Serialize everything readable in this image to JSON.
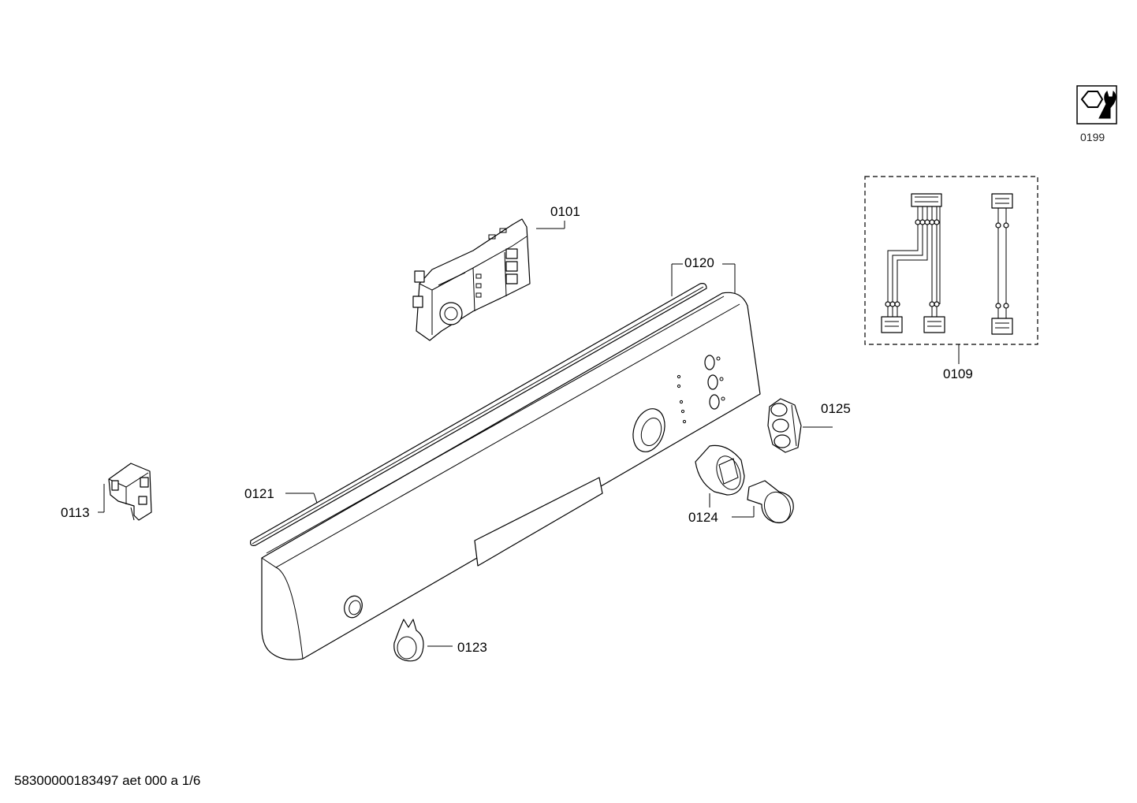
{
  "callouts": {
    "c0101": "0101",
    "c0120": "0120",
    "c0121": "0121",
    "c0113": "0113",
    "c0123": "0123",
    "c0124": "0124",
    "c0125": "0125",
    "c0109": "0109",
    "c0199": "0199"
  },
  "footer": {
    "document_id": "58300000183497 aet 000 a 1/6"
  },
  "icons": {
    "service_tool": "wrench-nut-icon"
  }
}
